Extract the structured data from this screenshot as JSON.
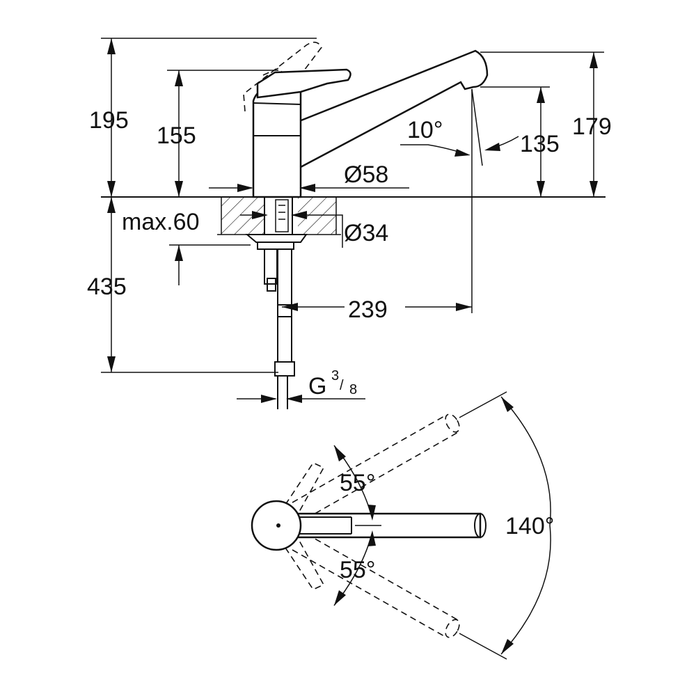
{
  "dimensions": {
    "height_total_swing": "195",
    "height_lever": "155",
    "height_spout_top": "179",
    "height_spout_outlet": "135",
    "spout_angle": "10°",
    "body_diameter": "Ø58",
    "mounting_hole": "Ø34",
    "max_worktop": "max.60",
    "hose_length": "435",
    "projection": "239",
    "connection_prefix": "G",
    "connection_numerator": "3",
    "connection_denominator": "8"
  },
  "plan_view": {
    "lever_angle_upper": "55°",
    "lever_angle_lower": "55°",
    "spout_swivel": "140°"
  }
}
